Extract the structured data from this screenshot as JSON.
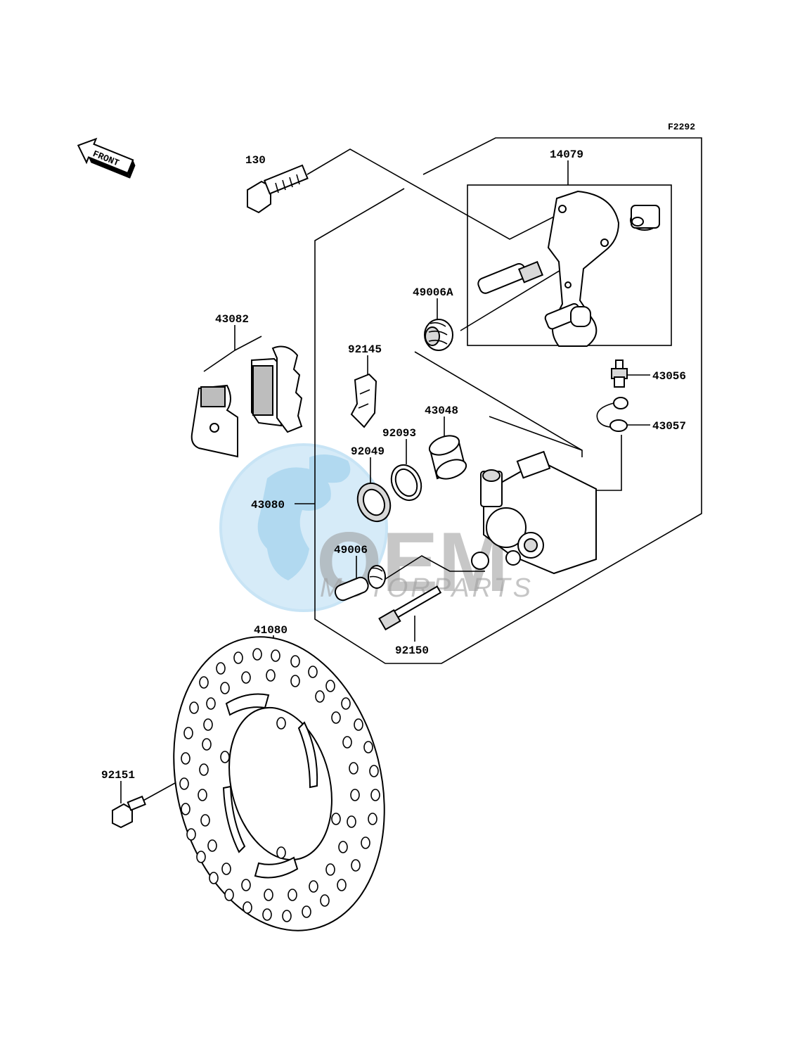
{
  "figure_code": "F2292",
  "front_indicator": "FRONT",
  "watermark": {
    "brand": "OEM",
    "tagline": "MOTORPARTS"
  },
  "part_labels": {
    "p130": "130",
    "p14079": "14079",
    "p49006A": "49006A",
    "p43082": "43082",
    "p92145": "92145",
    "p43056": "43056",
    "p43048": "43048",
    "p92093": "92093",
    "p43057": "43057",
    "p92049": "92049",
    "p43080": "43080",
    "p49006": "49006",
    "p41080": "41080",
    "p92150": "92150",
    "p92151": "92151"
  }
}
